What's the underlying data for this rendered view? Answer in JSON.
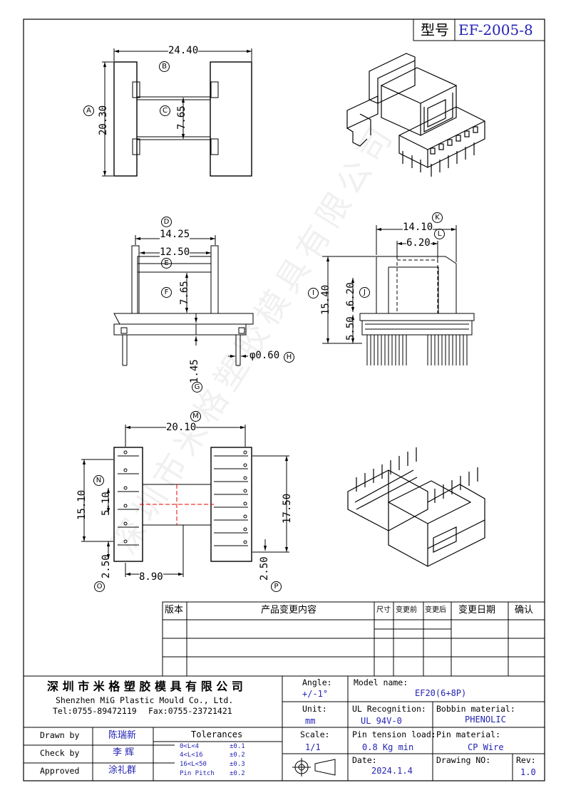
{
  "header": {
    "model_label": "型号",
    "model_value": "EF-2005-8"
  },
  "watermark": "深圳市米格塑胶模具有限公司",
  "dimensions": {
    "d1": "24.40",
    "d2": "20.30",
    "d3": "7.65",
    "d4": "14.25",
    "d5": "12.50",
    "d6": "7.65",
    "d7": "1.45",
    "d8": "φ0.60",
    "d9": "14.10",
    "d10": "6.20",
    "d11": "15.40",
    "d12": "6.20",
    "d13": "5.50",
    "d14": "20.10",
    "d15": "15.10",
    "d16": "5.10",
    "d17": "17.50",
    "d18": "2.50",
    "d19": "8.90",
    "d20": "2.50"
  },
  "markers": [
    "A",
    "B",
    "C",
    "D",
    "E",
    "F",
    "G",
    "H",
    "I",
    "J",
    "K",
    "L",
    "M",
    "N",
    "O",
    "P"
  ],
  "revision_table": {
    "headers": [
      "版本",
      "产品变更内容",
      "尺寸",
      "变更前",
      "变更后",
      "变更日期",
      "确认"
    ]
  },
  "title_block": {
    "company_cn": "深 圳 市 米 格 塑 胶 模 具 有 限 公 司",
    "company_en": "Shenzhen MiG Plastic Mould Co., Ltd.",
    "tel": "Tel:0755-89472119",
    "fax": "Fax:0755-23721421",
    "angle_label": "Angle:",
    "angle_value": "+/-1°",
    "unit_label": "Unit:",
    "unit_value": "mm",
    "scale_label": "Scale:",
    "scale_value": "1/1",
    "model_name_label": "Model name:",
    "model_name_value": "EF20(6+8P)",
    "ul_label": "UL Recognition:",
    "ul_value": "UL 94V-0",
    "bobbin_label": "Bobbin material:",
    "bobbin_value": "PHENOLIC",
    "pin_tension_label": "Pin tension load:",
    "pin_tension_value": "0.8 Kg min",
    "pin_material_label": "Pin material:",
    "pin_material_value": "CP Wire",
    "date_label": "Date:",
    "date_value": "2024.1.4",
    "drawing_no_label": "Drawing NO:",
    "rev_label": "Rev:",
    "rev_value": "1.0",
    "drawn_by_label": "Drawn by",
    "drawn_by_value": "陈瑞新",
    "check_by_label": "Check by",
    "check_by_value": "李 辉",
    "approved_label": "Approved",
    "approved_value": "涂礼群",
    "tolerances_label": "Tolerances",
    "tolerances": [
      {
        "range": "0<L<4",
        "value": "±0.1"
      },
      {
        "range": "4<L<16",
        "value": "±0.2"
      },
      {
        "range": "16<L<50",
        "value": "±0.3"
      },
      {
        "range": "Pin Pitch",
        "value": "±0.2"
      }
    ]
  }
}
